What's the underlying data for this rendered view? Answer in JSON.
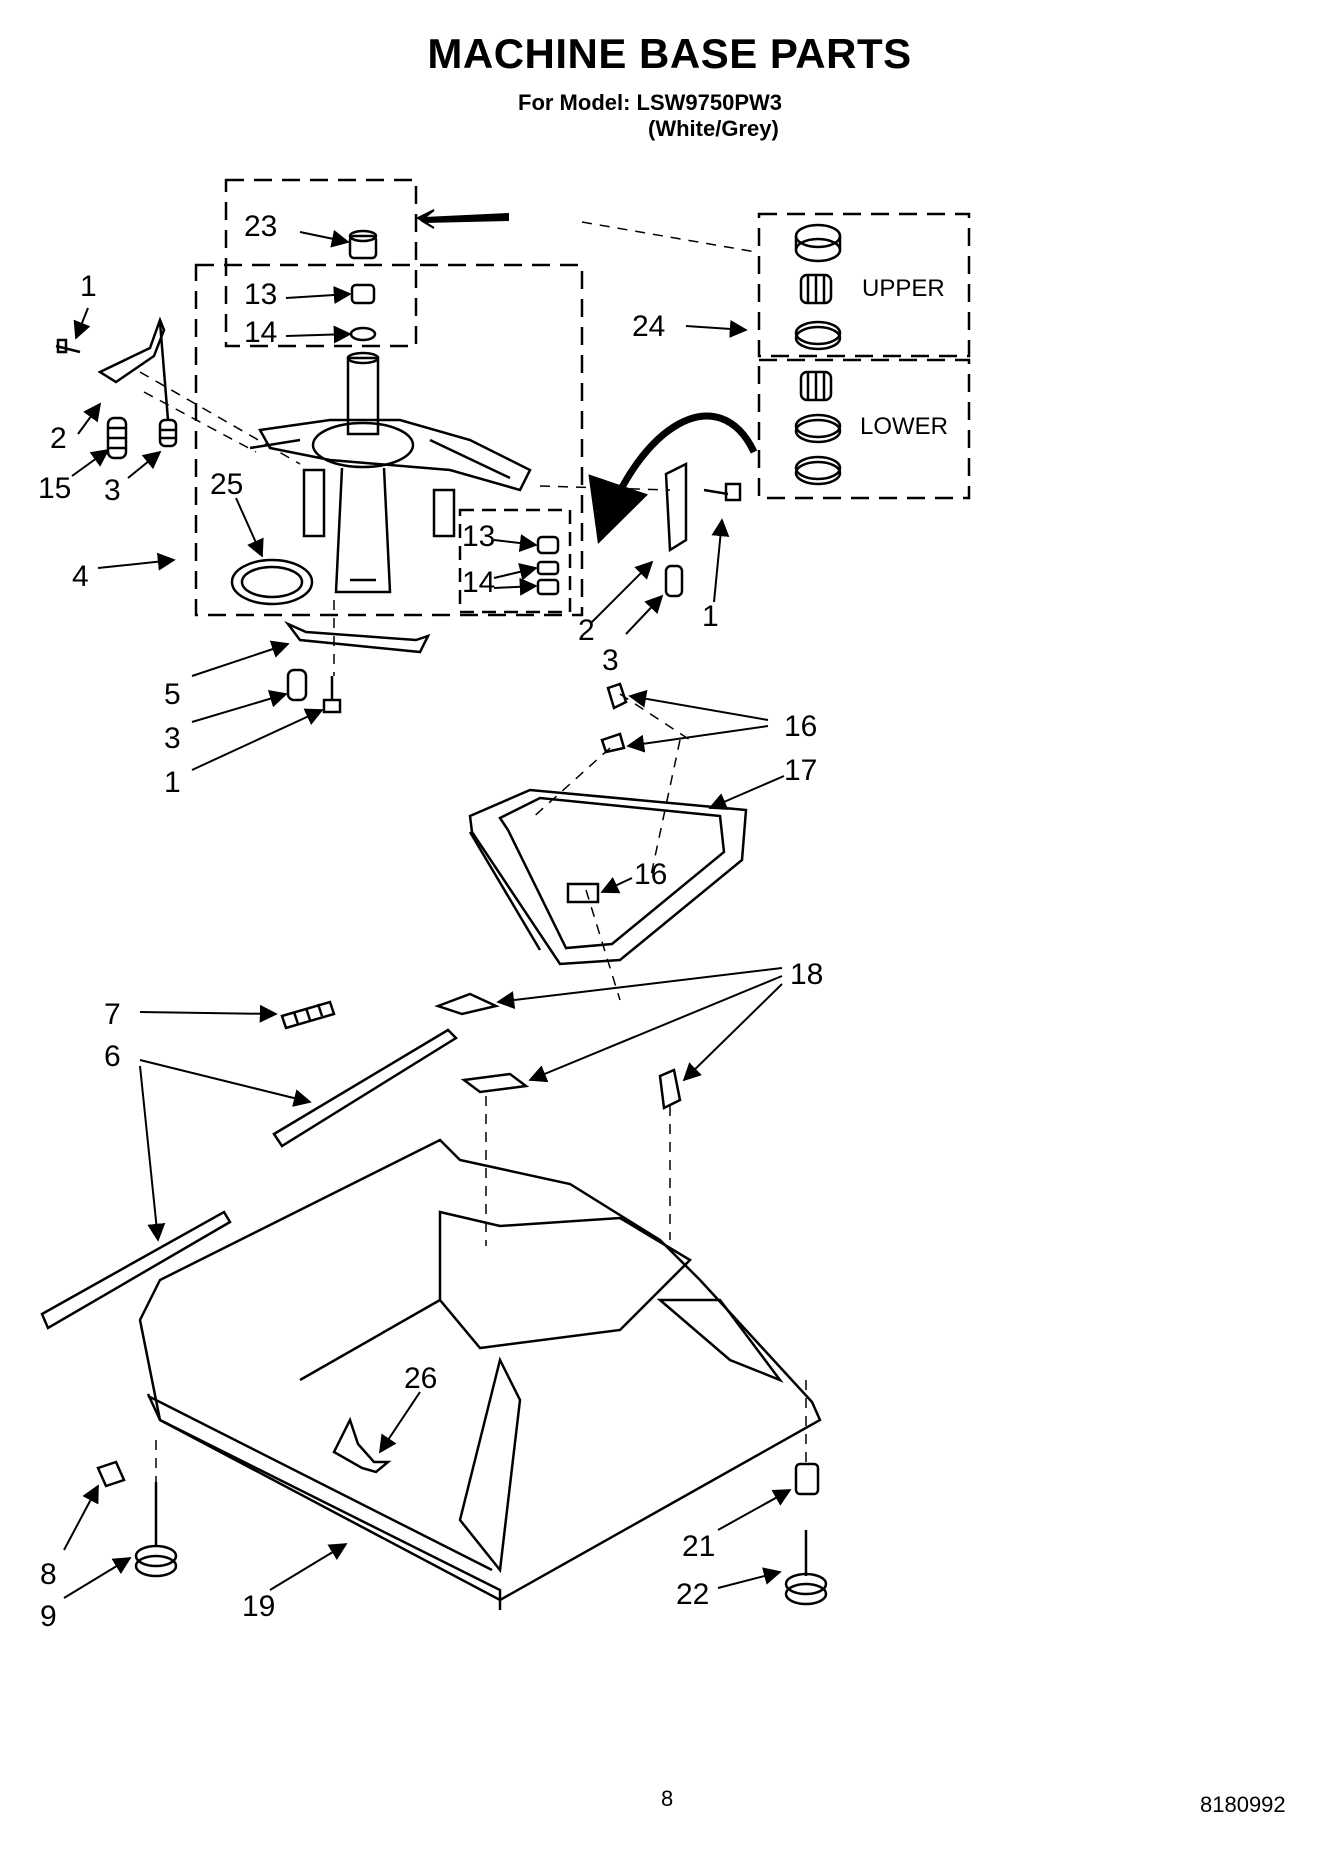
{
  "header": {
    "title": "MACHINE BASE PARTS",
    "model_line": "For Model: LSW9750PW3",
    "variant": "(White/Grey)"
  },
  "boxes": {
    "upper_label": "UPPER",
    "lower_label": "LOWER"
  },
  "callouts": [
    {
      "id": "c1a",
      "text": "1"
    },
    {
      "id": "c2a",
      "text": "2"
    },
    {
      "id": "c15",
      "text": "15"
    },
    {
      "id": "c3a",
      "text": "3"
    },
    {
      "id": "c25",
      "text": "25"
    },
    {
      "id": "c4",
      "text": "4"
    },
    {
      "id": "c23",
      "text": "23"
    },
    {
      "id": "c13a",
      "text": "13"
    },
    {
      "id": "c14a",
      "text": "14"
    },
    {
      "id": "c24",
      "text": "24"
    },
    {
      "id": "c13b",
      "text": "13"
    },
    {
      "id": "c14b",
      "text": "14"
    },
    {
      "id": "c2b",
      "text": "2"
    },
    {
      "id": "c3b",
      "text": "3"
    },
    {
      "id": "c1b",
      "text": "1"
    },
    {
      "id": "c5",
      "text": "5"
    },
    {
      "id": "c3c",
      "text": "3"
    },
    {
      "id": "c1c",
      "text": "1"
    },
    {
      "id": "c16a",
      "text": "16"
    },
    {
      "id": "c17",
      "text": "17"
    },
    {
      "id": "c16b",
      "text": "16"
    },
    {
      "id": "c18",
      "text": "18"
    },
    {
      "id": "c7",
      "text": "7"
    },
    {
      "id": "c6",
      "text": "6"
    },
    {
      "id": "c26",
      "text": "26"
    },
    {
      "id": "c8",
      "text": "8"
    },
    {
      "id": "c9",
      "text": "9"
    },
    {
      "id": "c19",
      "text": "19"
    },
    {
      "id": "c21",
      "text": "21"
    },
    {
      "id": "c22",
      "text": "22"
    }
  ],
  "footer": {
    "page_number": "8",
    "document_number": "8180992"
  }
}
